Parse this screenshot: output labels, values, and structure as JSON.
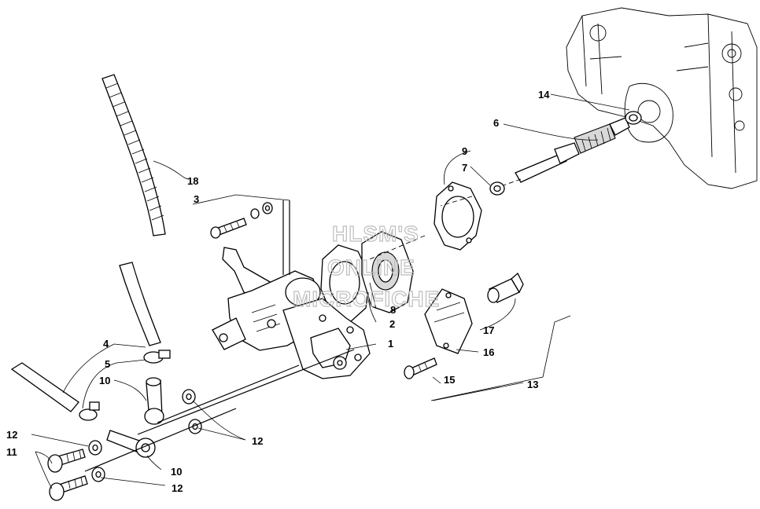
{
  "watermark": {
    "line1": "HLSM'S",
    "line2": "ONLINE",
    "line3": "MICROFICHE"
  },
  "callouts": {
    "c1": "1",
    "c2": "2",
    "c3": "3",
    "c4": "4",
    "c5": "5",
    "c6": "6",
    "c7": "7",
    "c8": "8",
    "c9": "9",
    "c10a": "10",
    "c10b": "10",
    "c11": "11",
    "c12a": "12",
    "c12b": "12",
    "c12c": "12",
    "c13": "13",
    "c14": "14",
    "c15": "15",
    "c16": "16",
    "c17": "17",
    "c18": "18"
  }
}
